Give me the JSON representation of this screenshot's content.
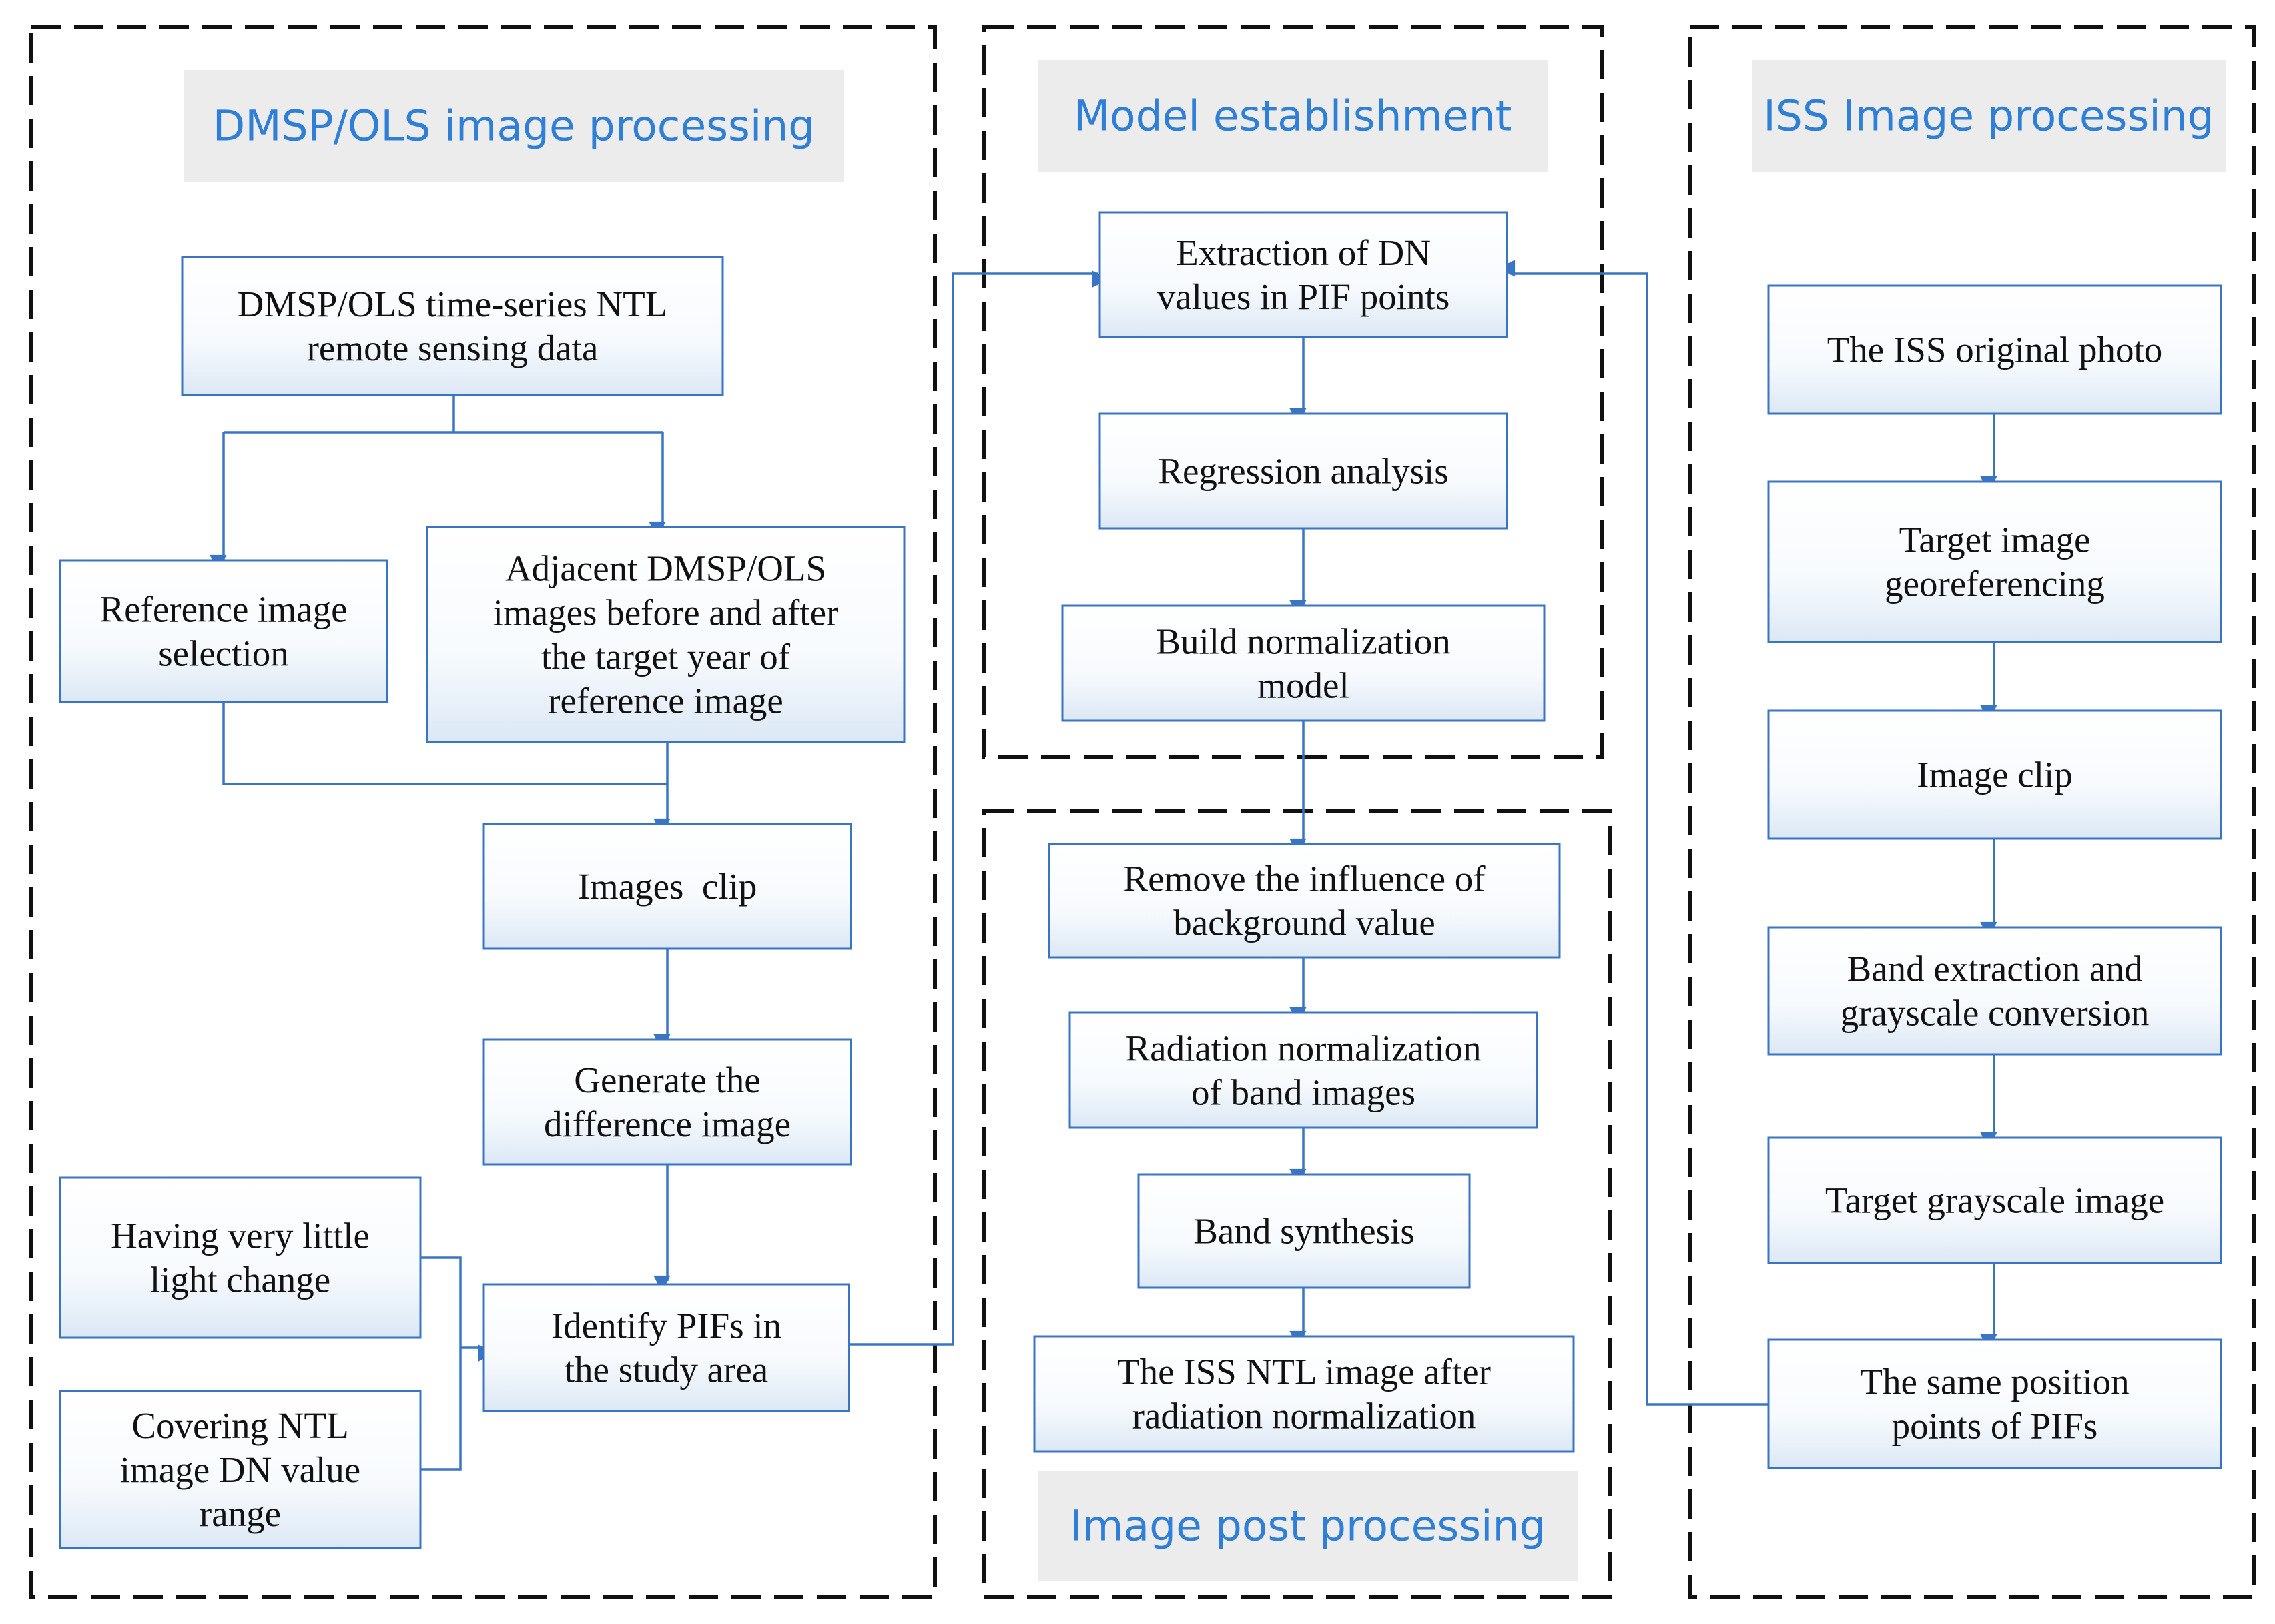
{
  "panels": {
    "dmsp": {
      "heading": "DMSP/OLS image processing",
      "boxes": {
        "ntl_data": "DMSP/OLS time-series NTL\nremote sensing data",
        "reference_selection": "Reference image\nselection",
        "adjacent_images": "Adjacent DMSP/OLS\nimages before and after\nthe target year of\nreference image",
        "images_clip": "Images  clip",
        "difference_image": "Generate the\ndifference image",
        "little_light_change": "Having very little\nlight change",
        "covering_dn_range": "Covering NTL\nimage DN value\nrange",
        "identify_pifs": "Identify PIFs in\nthe study area"
      }
    },
    "model": {
      "heading": "Model establishment",
      "boxes": {
        "extract_dn": "Extraction of DN\nvalues in PIF points",
        "regression": "Regression analysis",
        "build_model": "Build normalization\nmodel"
      }
    },
    "post": {
      "heading": "Image post processing",
      "boxes": {
        "remove_background": "Remove the influence of\nbackground value",
        "radiation_normalization": "Radiation normalization\nof band images",
        "band_synthesis": "Band synthesis",
        "iss_after_normalization": "The ISS NTL image after\nradiation normalization"
      }
    },
    "iss": {
      "heading": "ISS Image processing",
      "boxes": {
        "original_photo": "The ISS original photo",
        "georeferencing": "Target image\ngeoreferencing",
        "image_clip": "Image clip",
        "band_extraction": "Band extraction and\ngrayscale conversion",
        "grayscale_image": "Target grayscale image",
        "same_position_points": "The same position\npoints of PIFs"
      }
    }
  }
}
